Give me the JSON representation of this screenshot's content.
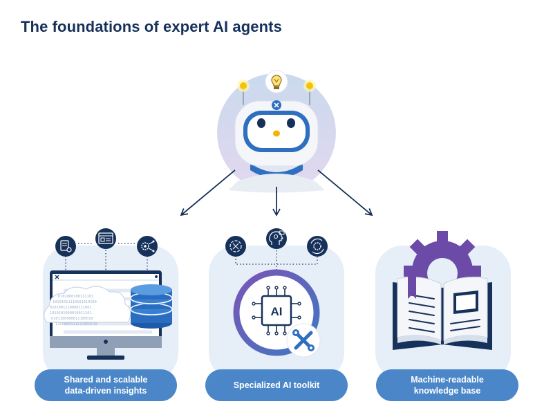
{
  "title": "The foundations of expert AI agents",
  "colors": {
    "navy": "#16315a",
    "blue": "#4a86c8",
    "light_blue_bg": "#e6eef8",
    "purple": "#6b4aa8",
    "lavender": "#d9cdea"
  },
  "center": {
    "robot_icon": "robot-head-icon",
    "bulb_icon": "lightbulb-icon",
    "arrows": 3
  },
  "pillars": [
    {
      "label_line1": "Shared and scalable",
      "label_line2": "data-driven insights",
      "icons": [
        "document-search-icon",
        "dashboard-icon",
        "gear-network-icon",
        "monitor-icon",
        "cloud-icon",
        "database-icon"
      ]
    },
    {
      "label_line1": "Specialized AI toolkit",
      "icons": [
        "arrows-cycle-icon",
        "head-gear-icon",
        "settings-cycle-icon",
        "ai-chip-icon",
        "wrench-screwdriver-icon"
      ],
      "chip_label": "AI"
    },
    {
      "label_line1": "Machine-readable",
      "label_line2": "knowledge base",
      "icons": [
        "gear-icon",
        "open-book-icon",
        "bookmark-icon"
      ]
    }
  ]
}
